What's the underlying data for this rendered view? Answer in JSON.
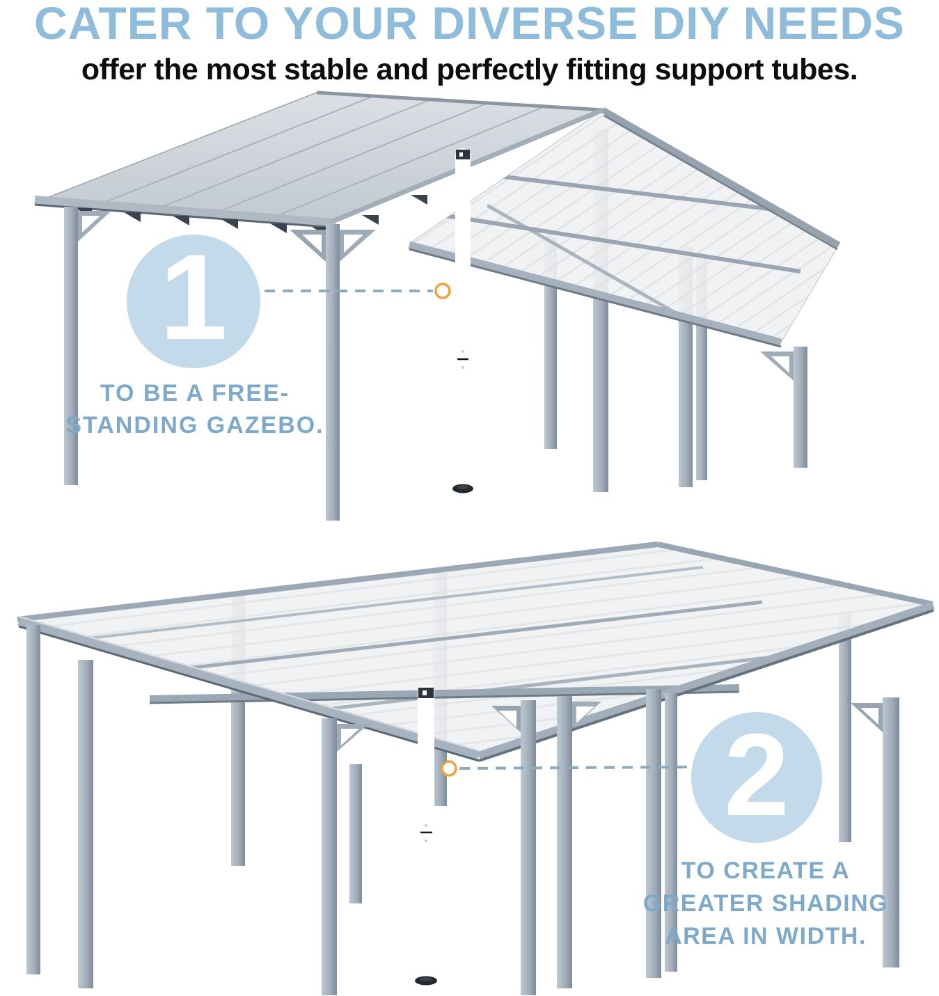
{
  "header": {
    "title": "CATER TO YOUR DIVERSE DIY NEEDS",
    "subtitle": "offer the most stable and perfectly fitting support tubes."
  },
  "callouts": [
    {
      "number": "1",
      "lines": [
        "TO BE A FREE-",
        "STANDING GAZEBO."
      ]
    },
    {
      "number": "2",
      "lines": [
        "TO CREATE A",
        "GREATER SHADING",
        "AREA IN WIDTH."
      ]
    }
  ],
  "illustrations": [
    {
      "name": "freestanding-gazebo",
      "highlight": "adjustable support tube"
    },
    {
      "name": "double-width-gazebo",
      "highlight": "adjustable support tube"
    }
  ],
  "colors": {
    "title_blue": "#8FBCDB",
    "caption_blue": "#7FA9C9",
    "callout_circle_fill": "#C3DAEA",
    "callout_number": "#FFFFFF",
    "dashed_line": "#8FAABB",
    "marker_ring": "#E8A33D",
    "glow": "#F5B94F",
    "frame_gray": "#A7B3BF",
    "roof_panel": "#EFF1F2",
    "support_tube_dark": "#2E343B"
  }
}
